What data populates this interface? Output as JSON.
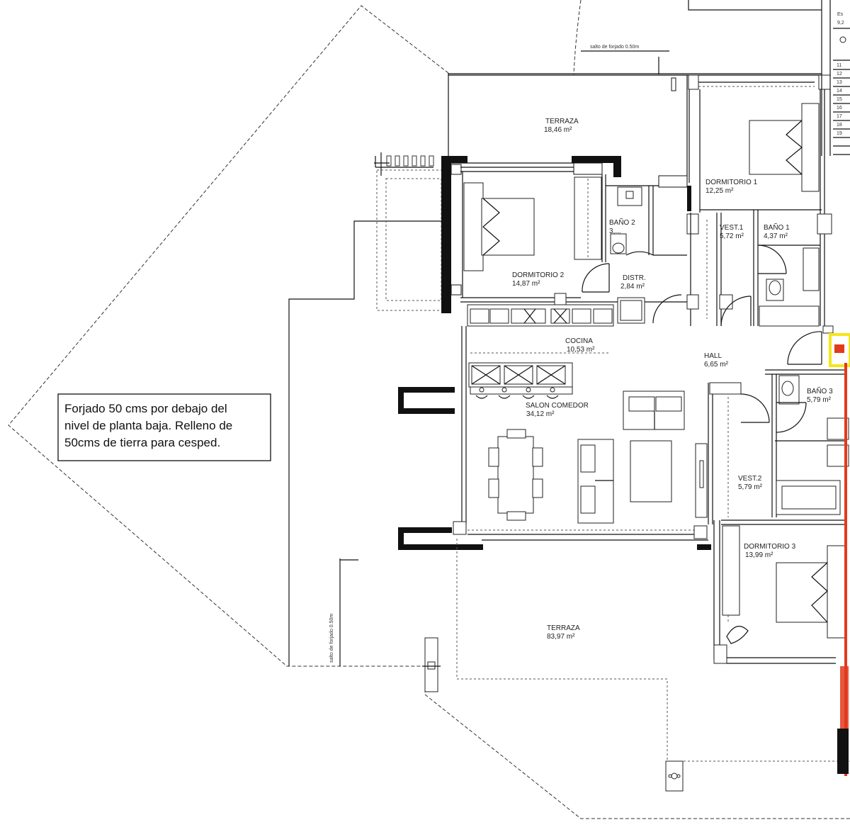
{
  "note": {
    "lines": [
      "Forjado 50 cms por debajo del",
      "nivel de planta baja. Relleno de",
      "50cms de tierra para cesped."
    ]
  },
  "labels": {
    "salto_top": "salto de forjado 0.50m",
    "salto_side": "salto de forjado 0.50m",
    "top_right_1": "Es",
    "top_right_2": "9,2"
  },
  "rooms": [
    {
      "id": "terraza-top",
      "name": "TERRAZA",
      "area": "18,46 m²"
    },
    {
      "id": "dormitorio-1",
      "name": "DORMITORIO 1",
      "area": "12,25 m²"
    },
    {
      "id": "bano-2",
      "name": "BAÑO 2",
      "area": "3,..."
    },
    {
      "id": "vest-1",
      "name": "VEST.1",
      "area": "5,72 m²"
    },
    {
      "id": "bano-1",
      "name": "BAÑO 1",
      "area": "4,37 m²"
    },
    {
      "id": "dormitorio-2",
      "name": "DORMITORIO 2",
      "area": "14,87 m²"
    },
    {
      "id": "distr",
      "name": "DISTR.",
      "area": "2,84 m²"
    },
    {
      "id": "cocina",
      "name": "COCINA",
      "area": "10,53 m²"
    },
    {
      "id": "hall",
      "name": "HALL",
      "area": "6,65 m²"
    },
    {
      "id": "bano-3",
      "name": "BAÑO 3",
      "area": "5,79 m²"
    },
    {
      "id": "salon-comedor",
      "name": "SALON COMEDOR",
      "area": "34,12 m²"
    },
    {
      "id": "vest-2",
      "name": "VEST.2",
      "area": "5,79 m²"
    },
    {
      "id": "dormitorio-3",
      "name": "DORMITORIO 3",
      "area": "13,99 m²"
    },
    {
      "id": "terraza-bottom",
      "name": "TERRAZA",
      "area": "83,97 m²"
    }
  ],
  "stair_numbers": [
    "11",
    "12",
    "13",
    "14",
    "15",
    "16",
    "17",
    "18",
    "19"
  ],
  "colors": {
    "line": "#111111",
    "highlight_yellow": "#f5e61a",
    "highlight_red": "#e23a1c",
    "background": "#ffffff"
  }
}
